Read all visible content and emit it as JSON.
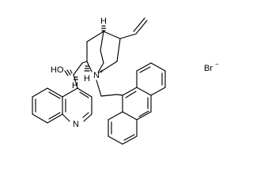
{
  "structure": {
    "atoms": {
      "hydroxyl": "HO",
      "hydrogen_c9": "H",
      "hydrogen_c8": "H",
      "hydrogen_c4": "H",
      "quaternary_nitrogen": "N",
      "quaternary_charge": "+",
      "quinoline_nitrogen": "N"
    },
    "counterion": {
      "symbol": "Br",
      "charge": "−"
    }
  },
  "colors": {
    "ink": "#000000",
    "background": "#ffffff"
  }
}
